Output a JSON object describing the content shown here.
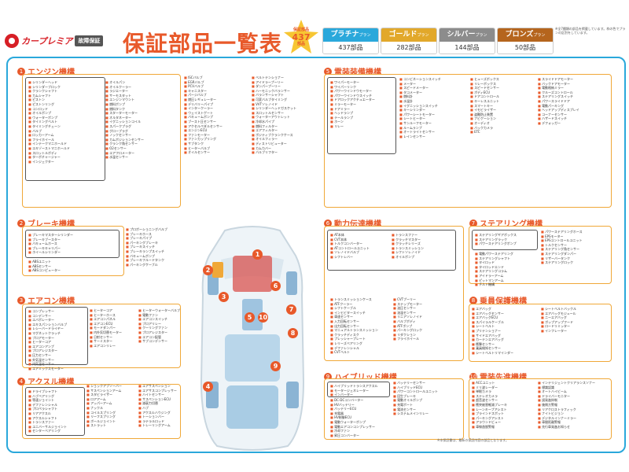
{
  "header": {
    "brand": "カープレミア",
    "brand_sub": "故障保証",
    "title": "保証部品一覧表",
    "star": {
      "top": "保証部品",
      "count": "437",
      "unit": "部品"
    },
    "plans": [
      {
        "name": "プラチナ",
        "suffix": "プラン",
        "count": "437部品",
        "color": "#2aa8db"
      },
      {
        "name": "ゴールド",
        "suffix": "プラン",
        "count": "282部品",
        "color": "#e2a82a"
      },
      {
        "name": "シルバー",
        "suffix": "プラン",
        "count": "144部品",
        "color": "#8c8c8c"
      },
      {
        "name": "ブロンズ",
        "suffix": "プラン",
        "count": "50部品",
        "color": "#b5651d"
      }
    ],
    "note": "※全7種類の部品を掲載しています。枠の色でプランの区別をしています。"
  },
  "categories": [
    {
      "num": "1",
      "label": "エンジン機構"
    },
    {
      "num": "2",
      "label": "ブレーキ機構"
    },
    {
      "num": "3",
      "label": "エアコン機構"
    },
    {
      "num": "4",
      "label": "アクスル機構"
    },
    {
      "num": "5",
      "label": "電装装備機構"
    },
    {
      "num": "6",
      "label": "動力伝達機構"
    },
    {
      "num": "7",
      "label": "ステアリング機構"
    },
    {
      "num": "8",
      "label": "乗員保護機構"
    },
    {
      "num": "9",
      "label": "ハイブリッド機構"
    },
    {
      "num": "10",
      "label": "電装先進機構"
    }
  ],
  "parts": {
    "engine_a": [
      "シリンダーヘッド",
      "シリンダーブロック",
      "クランクシャフト",
      "カムシャフト",
      "ピストン",
      "ピストンリング",
      "コンロッド",
      "オイルポンプ",
      "ウォーターポンプ",
      "タイミングベルト",
      "タイミングチェーン",
      "バルブ",
      "ロッカーアーム",
      "フライホイール",
      "インテークマニホールド",
      "エキゾーストマニホールド",
      "スロットルボディ",
      "ターボチャージャー",
      "インジェクター"
    ],
    "engine_b": [
      "オイルパン",
      "オイルクーラー",
      "ラジエーター",
      "サーモスタット",
      "エンジンマウント",
      "燃料ポンプ",
      "燃料タンク",
      "スターターモーター",
      "オルタネーター",
      "イグニッションコイル",
      "スパークプラグ",
      "グロープラグ",
      "ノックセンサー",
      "カムポジションセンサー",
      "クランク角センサー",
      "O2センサー",
      "エアフロメーター",
      "水温センサー"
    ],
    "engine_c": [
      "ISCバルブ",
      "EGRバルブ",
      "PCVバルブ",
      "キャニスター",
      "パージバルブ",
      "燃圧レギュレーター",
      "デリバリーパイプ",
      "インタークーラー",
      "ウェイストゲート",
      "バキュームポンプ",
      "ブースト圧センサー",
      "アクセルペダルセンサー",
      "エンジンECU",
      "ファンモーター",
      "ファンカップリング",
      "サブタンク",
      "ヒーターバルブ",
      "オイルセンサー"
    ],
    "engine_d": [
      "ベルトテンショナー",
      "アイドラープーリー",
      "ダンパープーリー",
      "ハーモニックバランサー",
      "バランサーシャフト",
      "可変バルブタイミング",
      "VVTソレノイド",
      "シリンダーヘッドガスケット",
      "スロットルセンサー",
      "ウォーターアウトレット",
      "冷却水パイプ",
      "燃料フィルター",
      "エアフィルター",
      "ポジティブクランクケース",
      "オイルフィラー",
      "ディストリビューター",
      "カムカバー",
      "バルブリフター"
    ],
    "brake_a": [
      "ブレーキマスターシリンダー",
      "ブレーキブースター",
      "バキュームホース",
      "ブレーキキャリパー",
      "ホイールシリンダー"
    ],
    "brake_b": [
      "ABSユニット",
      "ABSセンサー",
      "ABSコンピューター"
    ],
    "brake_c": [
      "プロポーショニングバルブ",
      "ブレーキホース",
      "ブレーキパイプ",
      "パーキングブレーキ",
      "ブレーキスイッチ",
      "ブレーキランプスイッチ",
      "バキュームポンプ",
      "ブレーキフルードタンク",
      "パーキングケーブル"
    ],
    "ac_a": [
      "コンプレッサー",
      "コンデンサー",
      "エバポレーター",
      "エキスパンションバルブ",
      "レシーバードライヤー",
      "マグネットクラッチ",
      "ブロアモーター",
      "ヒーターコア",
      "エアコンアンプ",
      "ブロアレジスター",
      "圧力センサー",
      "外気温センサー",
      "内気温センサー",
      "エアミックスモーター"
    ],
    "ac_b": [
      "ヒーターコア",
      "ヒーターホース",
      "エアコンパネル",
      "エアコンECU",
      "モードダンパー",
      "内外気切替モーター",
      "日射センサー",
      "サーミスター",
      "エアコンリレー"
    ],
    "ac_c": [
      "ヒーターウォーターバルブ",
      "電動ファン",
      "エアコンスイッチ",
      "ブロアリレー",
      "クーリングファン",
      "ブロアレジスター",
      "エアコン配管",
      "サブコンデンサー"
    ],
    "axle_a": [
      "ドライブシャフト",
      "ハブベアリング",
      "等速ジョイント",
      "デファレンシャル",
      "プロペラシャフト",
      "リアアクスル",
      "アクスルシャフト",
      "トランスファー",
      "ユニバーサルジョイント",
      "センターベアリング"
    ],
    "axle_b": [
      "ショックアブソーバー",
      "サスペンションアーム",
      "スタビライザー",
      "ロアアーム",
      "アッパーアーム",
      "ナックル",
      "コイルスプリング",
      "リーフスプリング",
      "ボールジョイント",
      "ストラット"
    ],
    "axle_c": [
      "エアサスペンション",
      "エアサスコンプレッサー",
      "ハイトセンサー",
      "サスペンションECU",
      "減衰力切替",
      "ハブ",
      "アクスルハウジング",
      "トーションバー",
      "ラテラルロッド",
      "トレーリングアーム"
    ],
    "elec_a": [
      "ワイパーモーター",
      "ワイパーリンク",
      "パワーウインドウモーター",
      "パワーウインドウスイッチ",
      "ドアロックアクチュエーター",
      "ミラーモーター",
      "ドアミラー",
      "ヘッドランプ",
      "テールランプ",
      "ホーン",
      "リレー"
    ],
    "elec_b": [
      "コンビネーションスイッチ",
      "メーター",
      "スピードメーター",
      "タコメーター",
      "燃料計",
      "水温計",
      "イグニッションスイッチ",
      "キーシリンダー",
      "パワーシートモーター",
      "シートヒーター",
      "サンルーフモーター",
      "ルームランプ",
      "オートライトセンサー",
      "レインセンサー"
    ],
    "elec_c": [
      "ヒューズボックス",
      "リレーボックス",
      "スピードセンサー",
      "ボディECU",
      "ドアコントロール",
      "キーレスユニット",
      "スマートキー",
      "イモビライザー",
      "盗難防止装置",
      "ナビゲーション",
      "オーディオ",
      "バックカメラ",
      "ETC"
    ],
    "elec_d": [
      "スライドドアモーター",
      "バックドアモーター",
      "電動格納ミラー",
      "クルーズコントロール",
      "ステアリングスイッチ",
      "パワースライドドア",
      "電動パーキング",
      "ヘッドアップディスプレイ",
      "コーナーセンサー",
      "ハザードスイッチ",
      "デフォッガー"
    ],
    "power_a": [
      "AT本体",
      "CVT本体",
      "トルクコンバーター",
      "ATコントロールユニット",
      "ソレノイドバルブ",
      "シフトレバー"
    ],
    "power_b": [
      "トランスファー",
      "クラッチマスター",
      "クラッチレリーズ",
      "トランスミッション",
      "シフトソレノイド",
      "オイルポンプ"
    ],
    "power_c": [
      "トランスミッションケース",
      "ATFクーラー",
      "シフトケーブル",
      "インヒビタースイッチ",
      "車速センサー",
      "入力回転センサー",
      "出力回転センサー",
      "マニュアルトランスミッション",
      "クラッチディスク",
      "プレッシャープレート",
      "レリーズベアリング",
      "デファレンシャル",
      "CVTベルト"
    ],
    "power_d": [
      "CVTプーリー",
      "ステップモーター",
      "油圧センサー",
      "油温センサー",
      "リニアソレノイド",
      "バルブボディ",
      "ATFポンプ",
      "パーキングロック",
      "リダクション",
      "フライホイール"
    ],
    "steer_a": [
      "ステアリングギアボックス",
      "ステアリングラック",
      "パワーステアリングポンプ"
    ],
    "steer_b": [
      "電動パワーステアリング",
      "ステアリングシャフト",
      "タイロッド",
      "タイロッドエンド",
      "ステアリングコラム",
      "アイドラーアーム",
      "ピットマンアーム",
      "チルト機構"
    ],
    "steer_c": [
      "パワーステアリングホース",
      "EPSモーター",
      "EPSコントロールユニット",
      "トルクセンサー",
      "ステアリング角センサー",
      "ステアリングダンパー",
      "リザーバータンク",
      "ステアリングロック"
    ],
    "occupant_a": [
      "エアバッグ",
      "エアバッグセンサー",
      "エアバッグECU",
      "スパイラルケーブル",
      "シートベルト",
      "プリテンショナー",
      "サイドエアバッグ",
      "カーテンエアバッグ",
      "衝撃センサー",
      "乗員検知センサー",
      "シートベルトリマインダー"
    ],
    "occupant_b": [
      "シートベルトバックル",
      "エアバッグモジュール",
      "ニーエアバッグ",
      "ポップアップフード",
      "ロードリミッター",
      "インフレーター"
    ],
    "hybrid_a": [
      "ハイブリッドトランスアクスル",
      "モータージェネレーター",
      "インバーター"
    ],
    "hybrid_b": [
      "DC-DCコンバーター",
      "HVバッテリー",
      "バッテリーECU",
      "充電器",
      "HV制御ECU",
      "電動ウォーターポンプ",
      "電動エアコンコンプレッサー",
      "冷却ファン",
      "昇圧コンバーター"
    ],
    "hybrid_c": [
      "バッテリーセンサー",
      "ハイブリッドECU",
      "パワーコントロールユニット",
      "回生ブレーキ",
      "電動オイルポンプ",
      "充電ポート",
      "電流センサー",
      "システムメインリレー"
    ],
    "adv_a": [
      "ACCユニット",
      "ミリ波レーダー",
      "単眼カメラ",
      "ステレオカメラ",
      "超音波センサー",
      "衝突被害軽減ブレーキ",
      "レーンキープアシスト",
      "ブラインドスポット",
      "パーキングアシスト",
      "アラウンドビュー",
      "車線逸脱警報"
    ],
    "adv_b": [
      "インテリジェントクリアランスソナー",
      "標識認識",
      "オートハイビーム",
      "ドライバーモニター",
      "誤発進抑制",
      "後側方警報",
      "リアクロストラフィック",
      "ナイトビジョン",
      "デジタルインナーミラー",
      "車間距離警報",
      "先行車発進お知らせ"
    ]
  },
  "markers": [
    "1",
    "2",
    "3",
    "4",
    "5",
    "6",
    "7",
    "8",
    "9",
    "10"
  ],
  "footnote": "※本保証書は、最新の保証内容の部品となります。"
}
